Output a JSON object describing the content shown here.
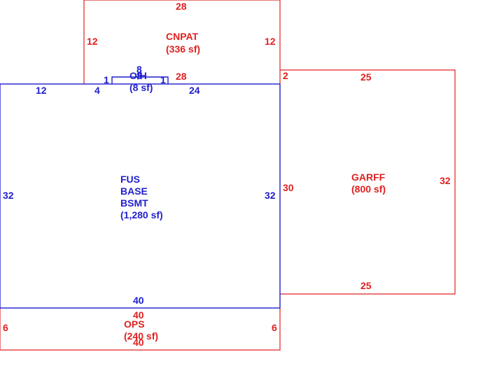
{
  "areas": {
    "cnpat": {
      "code": "CNPAT",
      "area": "(336 sf)",
      "dims": {
        "top": "28",
        "left": "12",
        "right": "12",
        "bottom": "28"
      },
      "color": "#e02020"
    },
    "oh": {
      "code": "O/H",
      "area": "(8 sf)",
      "dims": {
        "top": "8",
        "left": "1",
        "right": "1",
        "middle": "8"
      },
      "color": "#1f1fcf"
    },
    "fus": {
      "line1": "FUS",
      "line2": "BASE",
      "line3": "BSMT",
      "area": "(1,280 sf)",
      "dims": {
        "top_left": "12",
        "top_mid": "4",
        "top_right": "24",
        "left": "32",
        "right": "32",
        "bottom": "40"
      },
      "color": "#1f1fcf"
    },
    "garff": {
      "code": "GARFF",
      "area": "(800 sf)",
      "dims": {
        "top": "25",
        "left": "30",
        "right": "32",
        "bottom": "25",
        "step": "2"
      },
      "color": "#e02020"
    },
    "ops": {
      "code": "OPS",
      "area": "(240 sf)",
      "dims": {
        "top": "40",
        "left": "6",
        "right": "6",
        "bottom": "40"
      },
      "color": "#e02020"
    }
  }
}
